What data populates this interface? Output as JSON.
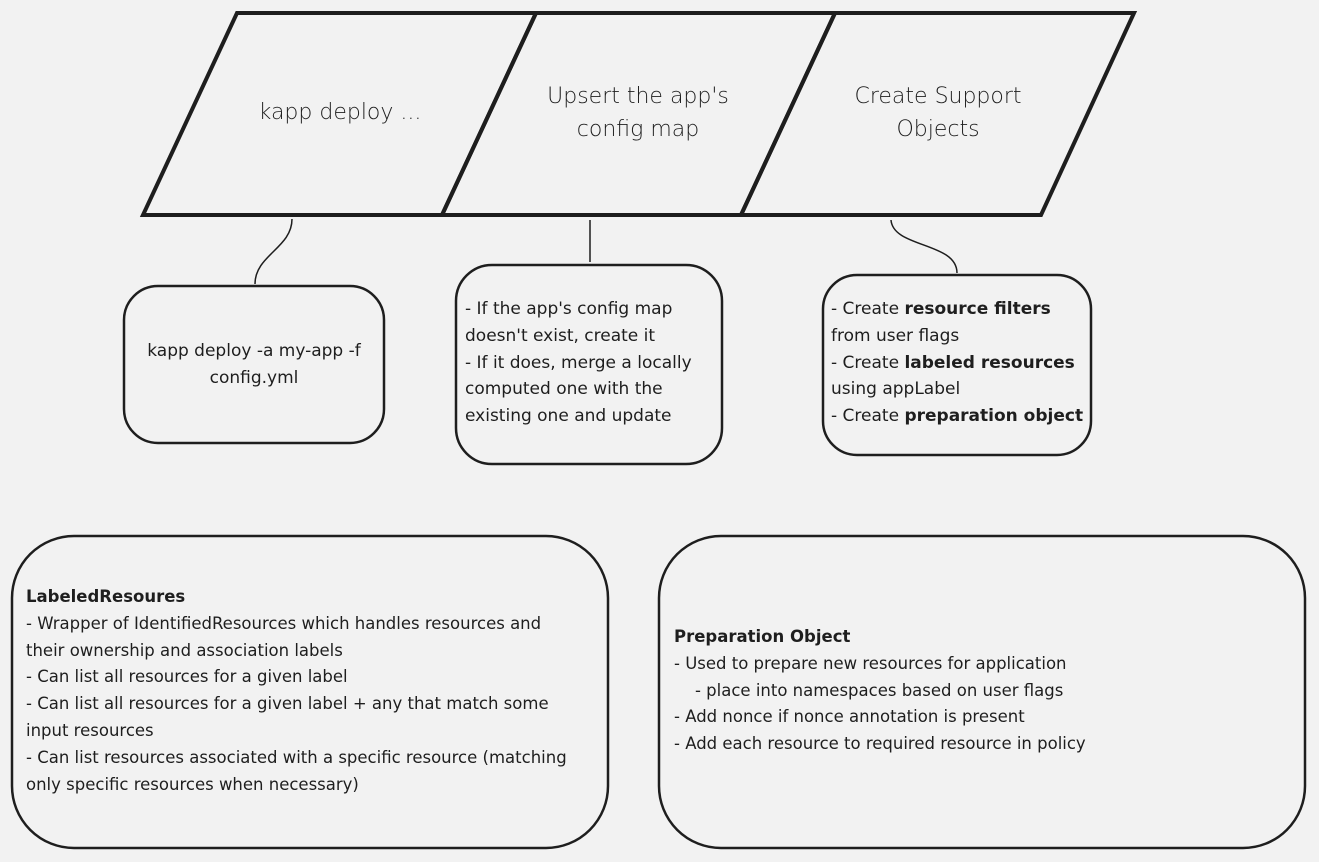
{
  "steps": [
    {
      "lines": [
        "kapp deploy ..."
      ]
    },
    {
      "lines": [
        "Upsert the app's",
        "config map"
      ]
    },
    {
      "lines": [
        "Create Support",
        "Objects"
      ]
    }
  ],
  "notes": {
    "command": {
      "lines": [
        "kapp deploy -a my-app -f",
        "config.yml"
      ]
    },
    "config_map": {
      "lines": [
        "- If the app's config map",
        "doesn't exist, create it",
        "- If it does, merge a locally",
        "computed one with the",
        "existing one and update"
      ]
    },
    "support_objects": {
      "lines": [
        {
          "prefix": "- Create ",
          "bold": "resource filters"
        },
        {
          "prefix": "from user flags",
          "bold": ""
        },
        {
          "prefix": "- Create ",
          "bold": "labeled resources"
        },
        {
          "prefix": "using appLabel",
          "bold": ""
        },
        {
          "prefix": "- Create ",
          "bold": "preparation object"
        }
      ]
    }
  },
  "details": {
    "labeled_resources": {
      "title": "LabeledResoures",
      "lines": [
        "- Wrapper of IdentifiedResources which handles resources and",
        "their ownership and association labels",
        "- Can list all resources for a given label",
        "- Can list all resources for a given label + any that match some",
        "input resources",
        "- Can list resources associated with a specific resource (matching",
        "only specific resources when necessary)"
      ]
    },
    "preparation_object": {
      "title": "Preparation Object",
      "lines": [
        "- Used to prepare new resources for application",
        "    - place into namespaces based on user flags",
        "- Add nonce if nonce annotation is present",
        "- Add each resource to required resource in policy"
      ]
    }
  },
  "colors": {
    "background": "#f2f2f2",
    "stroke": "#1e1e1e",
    "text": "#1e1e1e"
  }
}
